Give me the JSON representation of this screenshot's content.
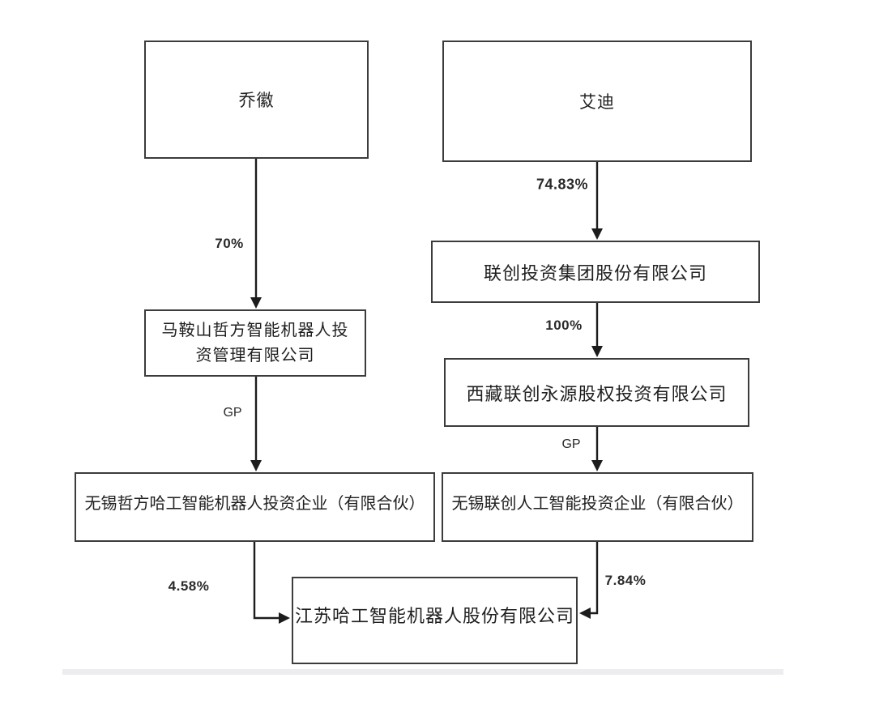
{
  "nodes": {
    "qiaohui": {
      "label": "乔徽"
    },
    "aidi": {
      "label": "艾迪"
    },
    "lianchuang_group": {
      "label": "联创投资集团股份有限公司"
    },
    "maanshan": {
      "label": "马鞍山哲方智能机器人投资管理有限公司",
      "line1": "马鞍山哲方智能机器人投",
      "line2": "资管理有限公司"
    },
    "xizang": {
      "label": "西藏联创永源股权投资有限公司"
    },
    "wuxi_zhefang": {
      "label": "无锡哲方哈工智能机器人投资企业（有限合伙）"
    },
    "wuxi_lianchuang": {
      "label": "无锡联创人工智能投资企业（有限合伙）"
    },
    "jiangsu": {
      "label": "江苏哈工智能机器人股份有限公司"
    }
  },
  "edges": {
    "qiaohui_to_maanshan": {
      "label": "70%"
    },
    "maanshan_to_wuxi_zhefang": {
      "label": "GP"
    },
    "wuxi_zhefang_to_jiangsu": {
      "label": "4.58%"
    },
    "aidi_to_lianchuang": {
      "label": "74.83%"
    },
    "lianchuang_to_xizang": {
      "label": "100%"
    },
    "xizang_to_wuxi_lianchuang": {
      "label": "GP"
    },
    "wuxi_lianchuang_to_jiangsu": {
      "label": "7.84%"
    }
  },
  "colors": {
    "box_border": "#3c3c3c",
    "line": "#1c1c1c",
    "background": "#ffffff"
  }
}
